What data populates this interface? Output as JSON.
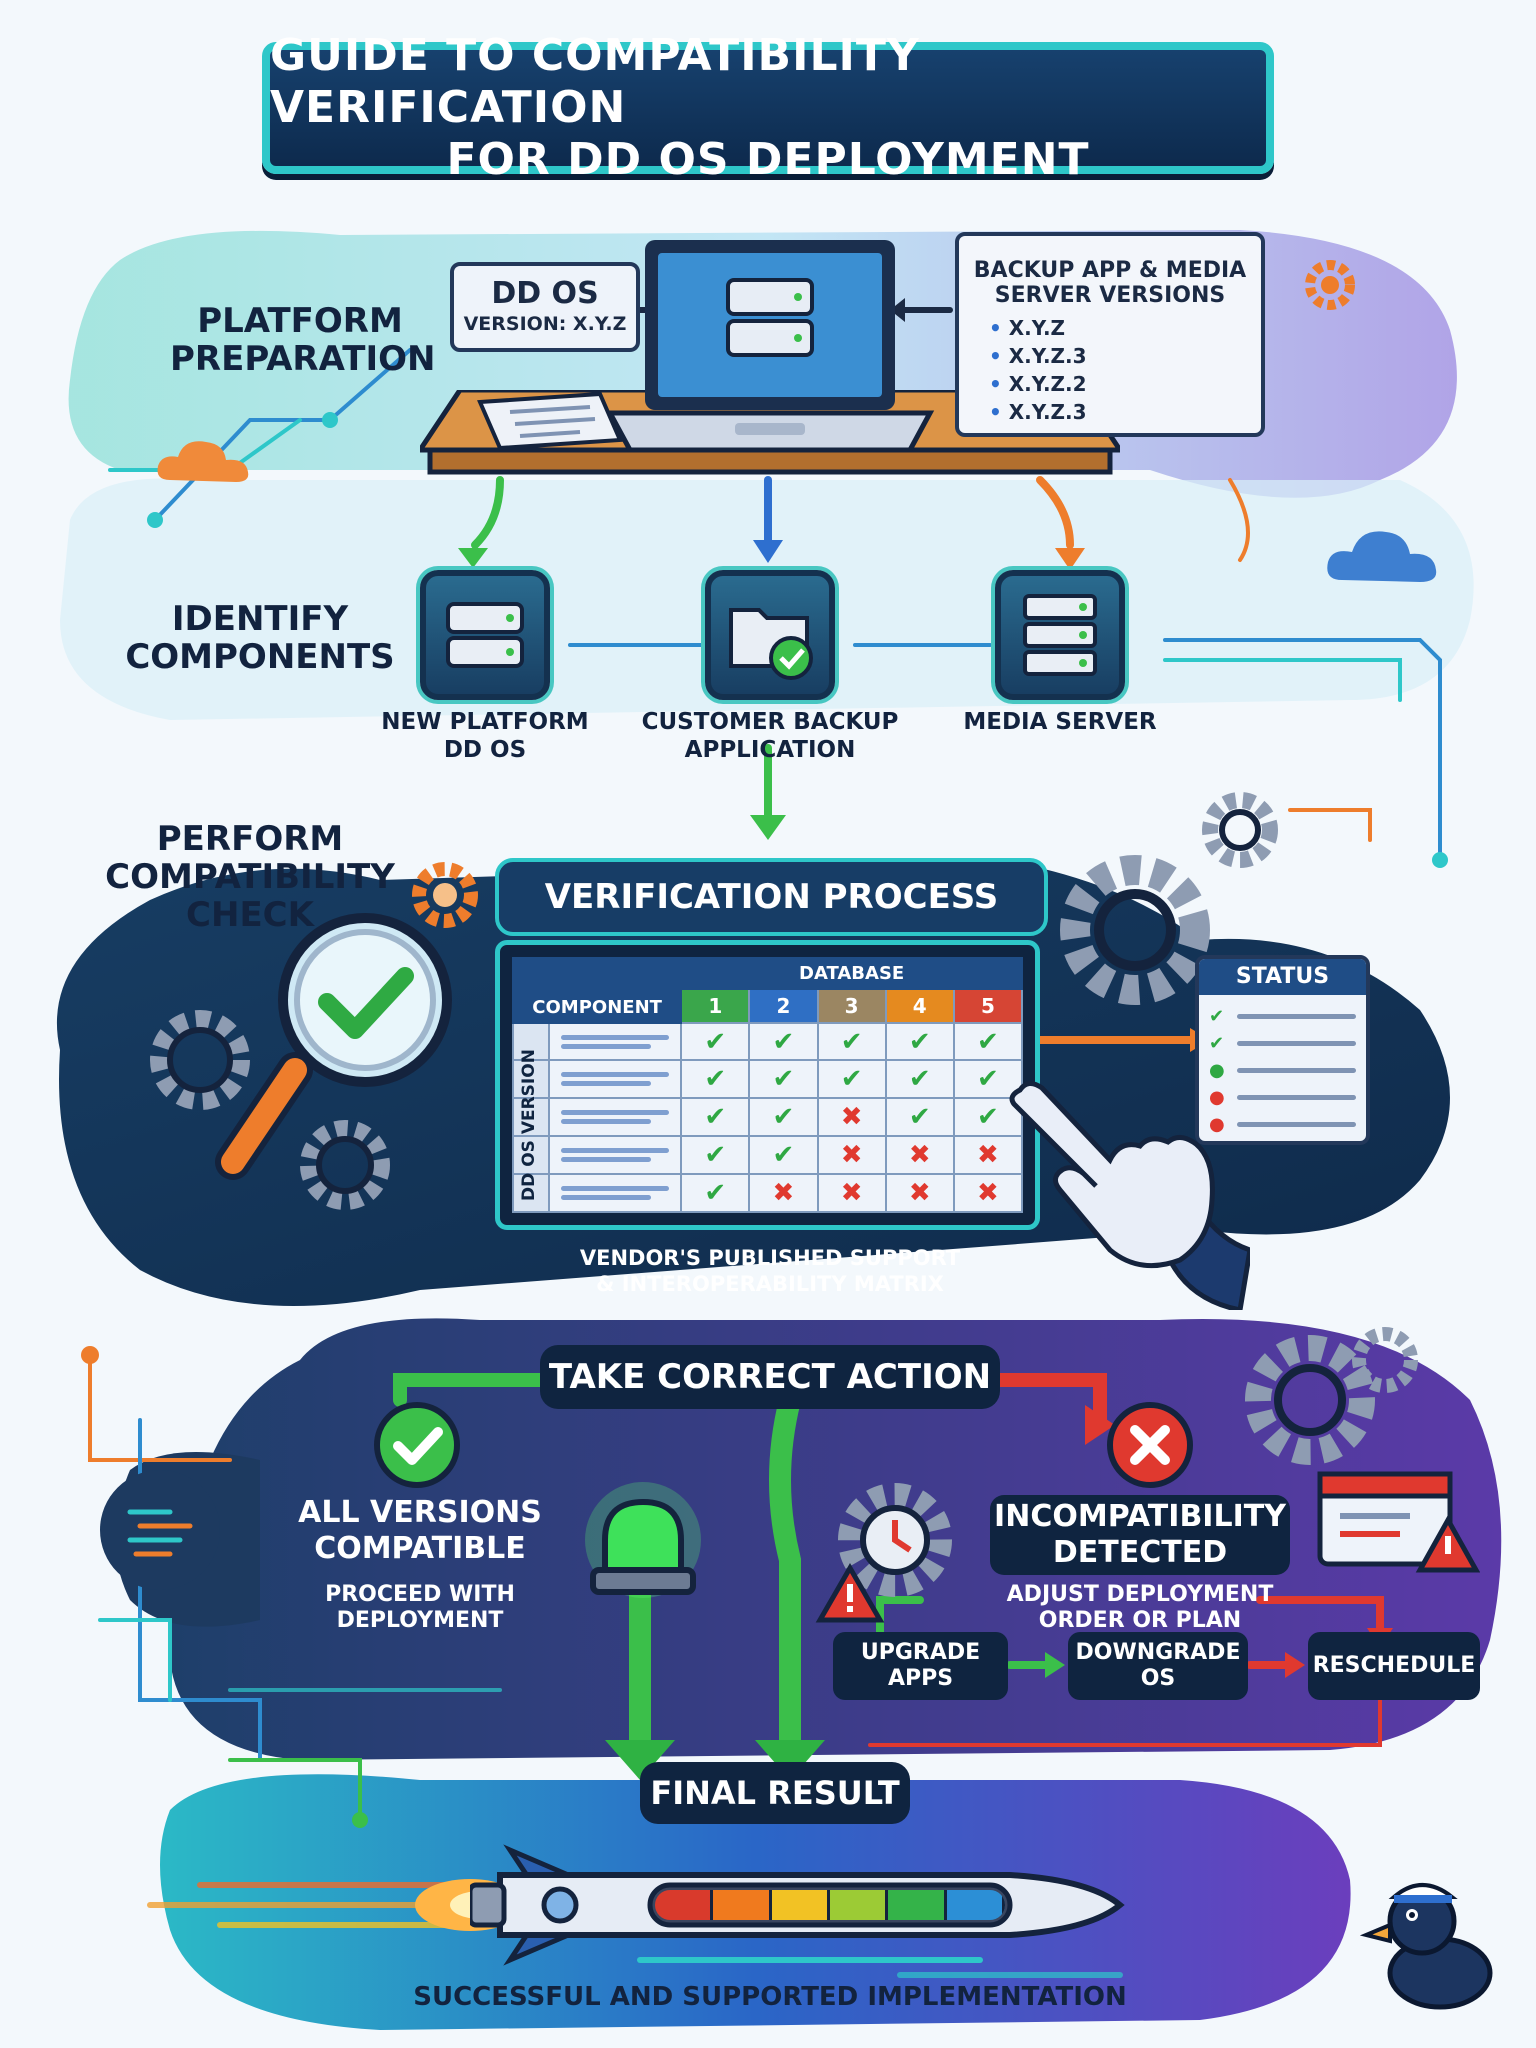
{
  "title": {
    "line1": "GUIDE TO COMPATIBILITY VERIFICATION",
    "line2": "FOR DD OS DEPLOYMENT"
  },
  "platform_preparation": {
    "label_line1": "PLATFORM",
    "label_line2": "PREPARATION",
    "ddos_title": "DD OS",
    "ddos_version": "VERSION: X.Y.Z",
    "backup_title_line1": "BACKUP APP & MEDIA",
    "backup_title_line2": "SERVER VERSIONS",
    "versions": [
      "X.Y.Z",
      "X.Y.Z.3",
      "X.Y.Z.2",
      "X.Y.Z.3"
    ]
  },
  "identify_components": {
    "label_line1": "IDENTIFY",
    "label_line2": "COMPONENTS",
    "items": [
      {
        "line1": "NEW PLATFORM",
        "line2": "DD OS"
      },
      {
        "line1": "CUSTOMER BACKUP",
        "line2": "APPLICATION"
      },
      {
        "line1": "MEDIA SERVER",
        "line2": ""
      }
    ]
  },
  "compatibility_check": {
    "label_line1": "PERFORM",
    "label_line2": "COMPATIBILITY",
    "label_line3": "CHECK",
    "process_title": "VERIFICATION PROCESS",
    "matrix": {
      "database_header": "DATABASE",
      "component_header": "COMPONENT",
      "row_axis_label": "DD OS VERSION",
      "columns": [
        "1",
        "2",
        "3",
        "4",
        "5"
      ],
      "column_colors": [
        "#3aa64b",
        "#2f6fc4",
        "#9b8662",
        "#e58a1f",
        "#d64534"
      ],
      "rows": [
        [
          "check",
          "check",
          "check",
          "check",
          "check"
        ],
        [
          "check",
          "check",
          "check",
          "check",
          "check"
        ],
        [
          "check",
          "check",
          "cross",
          "check",
          "check"
        ],
        [
          "check",
          "check",
          "cross",
          "cross",
          "cross"
        ],
        [
          "check",
          "cross",
          "cross",
          "cross",
          "cross"
        ]
      ]
    },
    "matrix_caption_line1": "VENDOR'S PUBLISHED SUPPORT",
    "matrix_caption_line2": "& INTEROPERABILITY MATRIX",
    "status_title": "STATUS",
    "status_items": [
      "check",
      "check",
      "dot-green",
      "dot-red",
      "dot-red"
    ]
  },
  "take_action": {
    "title": "TAKE CORRECT ACTION",
    "compatible_line1": "ALL VERSIONS",
    "compatible_line2": "COMPATIBLE",
    "compatible_sub_line1": "PROCEED WITH",
    "compatible_sub_line2": "DEPLOYMENT",
    "incompatible_line1": "INCOMPATIBILITY",
    "incompatible_line2": "DETECTED",
    "incompatible_sub_line1": "ADJUST DEPLOYMENT",
    "incompatible_sub_line2": "ORDER OR PLAN",
    "options": [
      {
        "line1": "UPGRADE",
        "line2": "APPS"
      },
      {
        "line1": "DOWNGRADE",
        "line2": "OS"
      },
      {
        "line1": "RESCHEDULE",
        "line2": ""
      }
    ]
  },
  "final": {
    "title": "FINAL RESULT",
    "caption": "SUCCESSFUL AND SUPPORTED IMPLEMENTATION",
    "progress_colors": [
      "#d93a2c",
      "#f07a1e",
      "#f2c224",
      "#9ccb35",
      "#34b349",
      "#2c8fd6"
    ]
  },
  "colors": {
    "navy": "#0f2440",
    "teal": "#2ec7c9",
    "green": "#3bbf4a",
    "red": "#e0392f",
    "orange": "#ee7d2c"
  }
}
